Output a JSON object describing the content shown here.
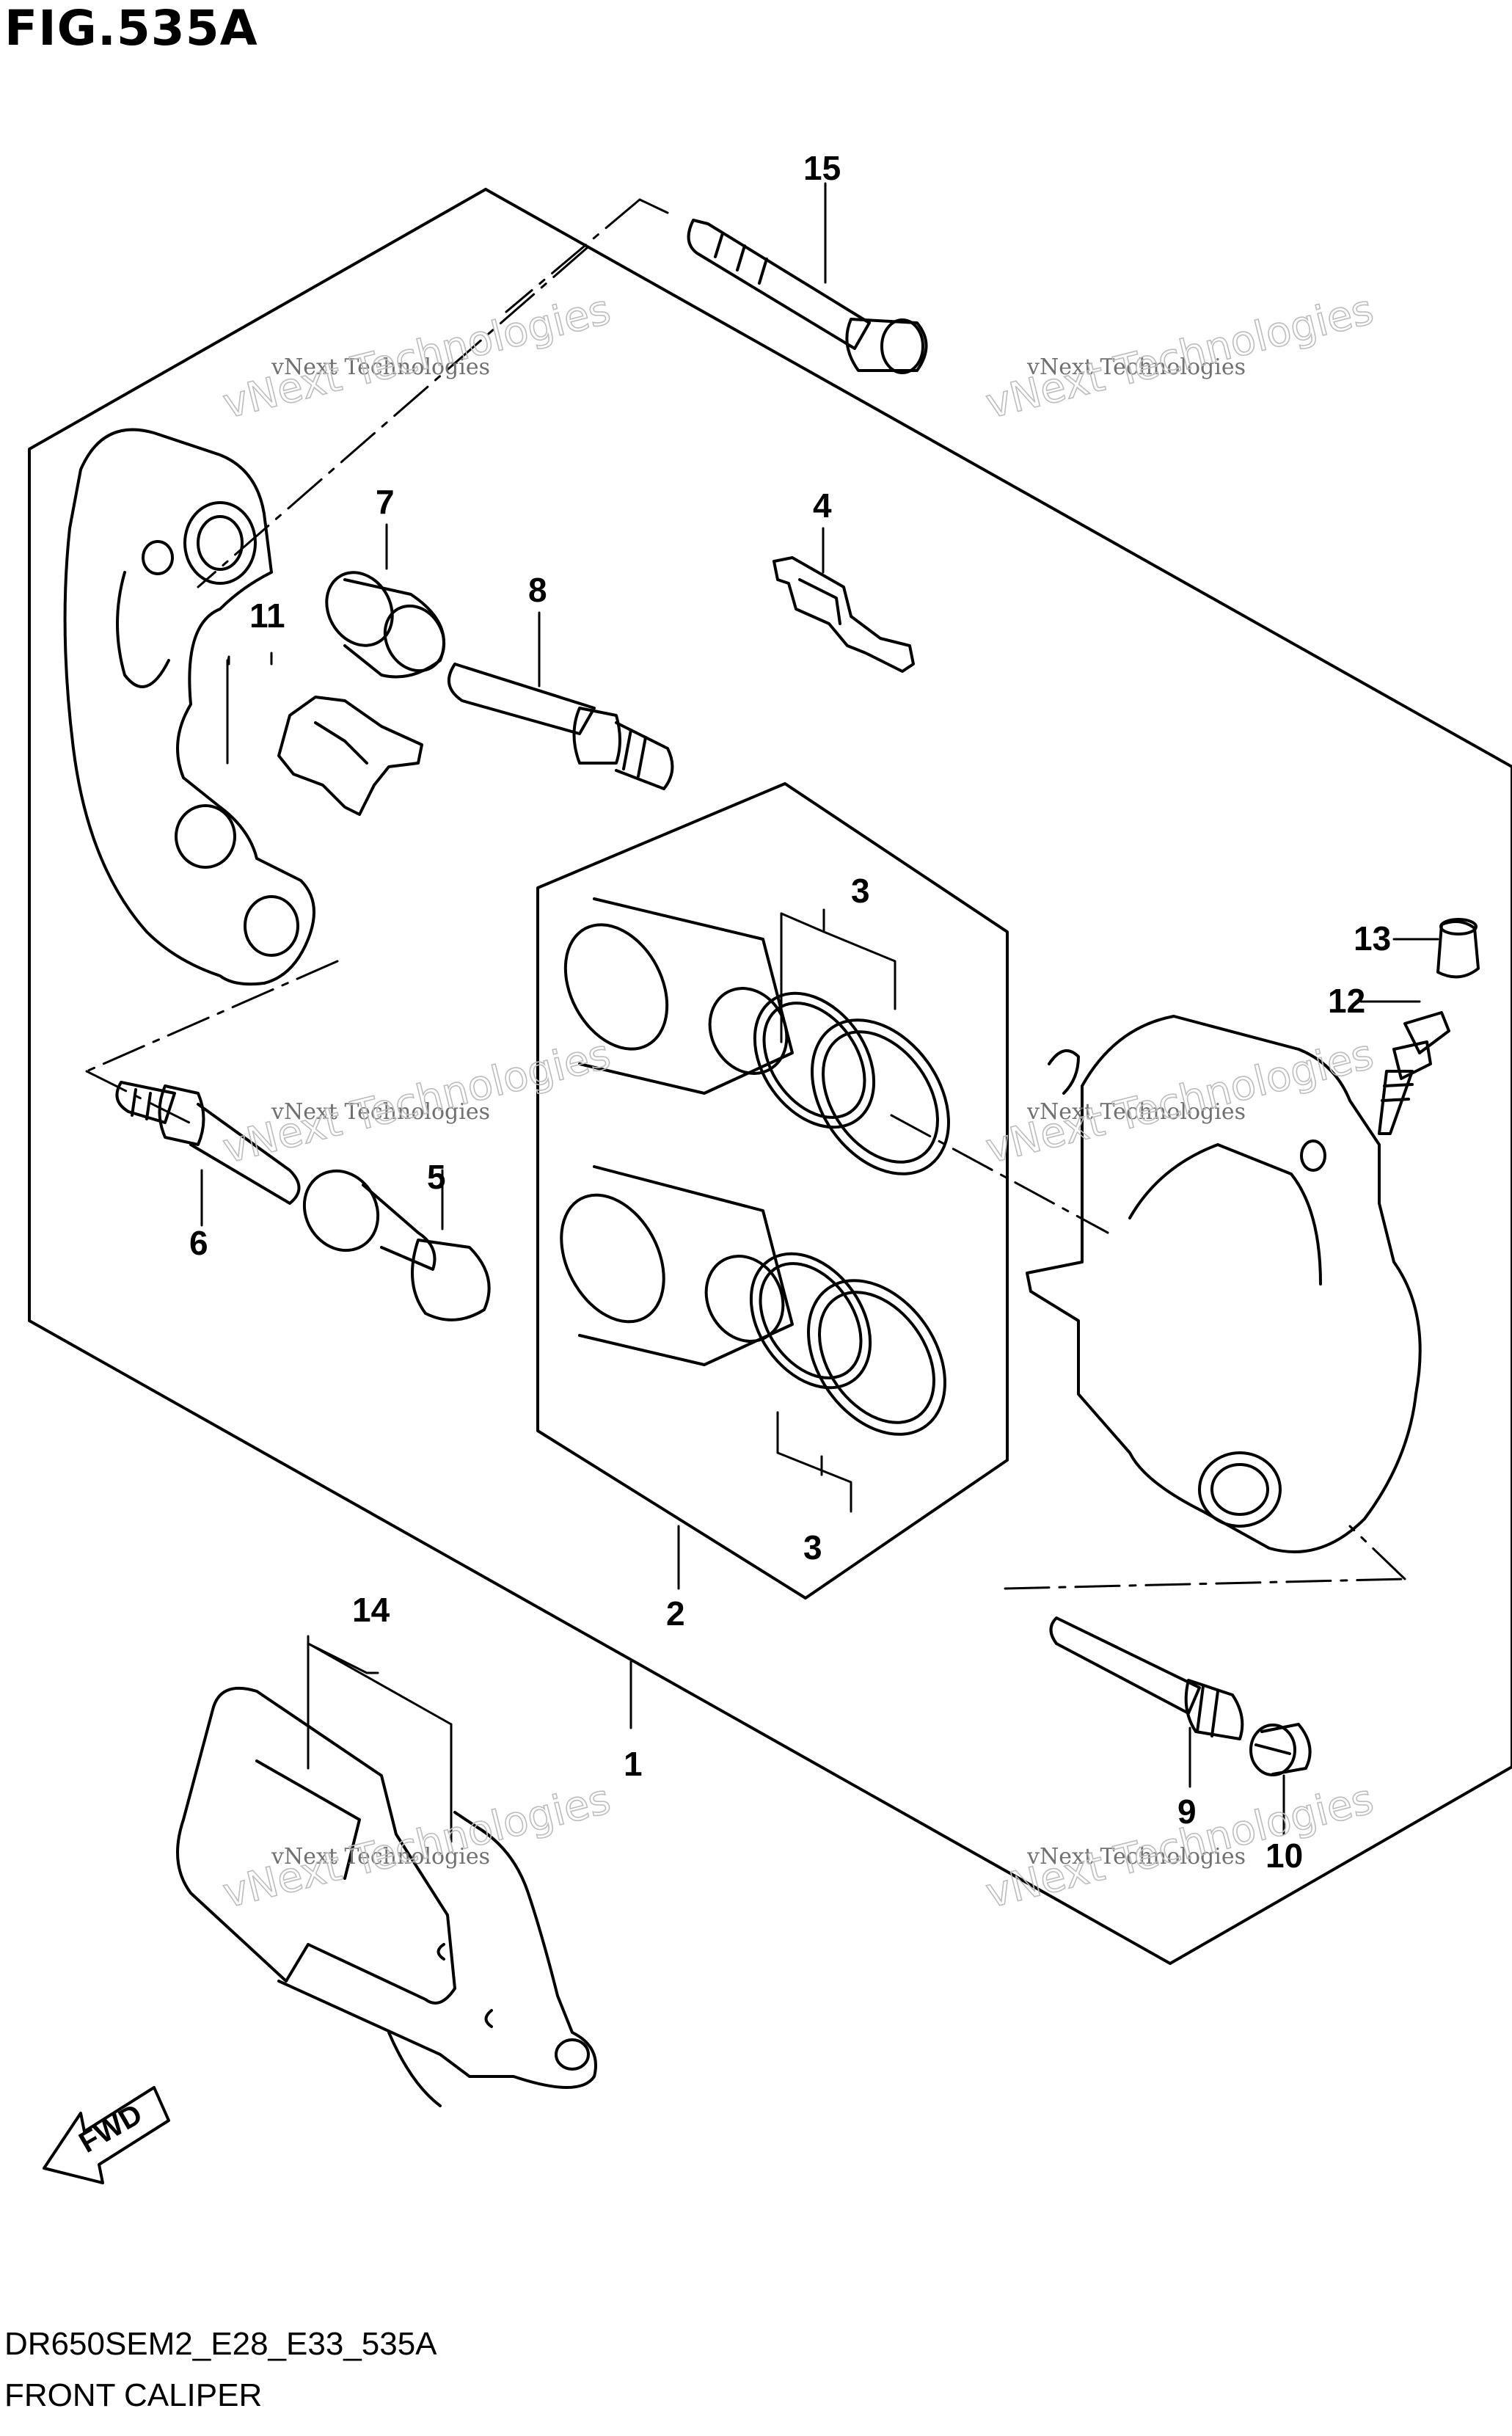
{
  "figure": {
    "title": "FIG.535A"
  },
  "footer": {
    "code": "DR650SEM2_E28_E33_535A",
    "name": "FRONT CALIPER"
  },
  "callouts": {
    "c1": "1",
    "c2": "2",
    "c3a": "3",
    "c3b": "3",
    "c4": "4",
    "c5": "5",
    "c6": "6",
    "c7": "7",
    "c8": "8",
    "c9": "9",
    "c10": "10",
    "c11": "11",
    "c12": "12",
    "c13": "13",
    "c14": "14",
    "c15": "15"
  },
  "watermark": {
    "line1": "vNext Technologies",
    "line2": "vNext Technologies"
  },
  "fwd_label": "FWD",
  "colors": {
    "ink": "#000000",
    "paper": "#ffffff",
    "watermark_dark": "#707070",
    "watermark_light": "#bdbdbd"
  }
}
